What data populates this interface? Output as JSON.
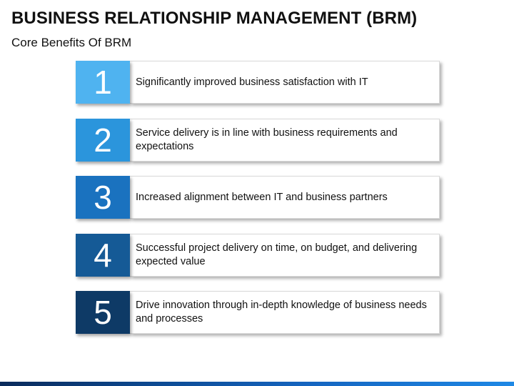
{
  "header": {
    "title": "BUSINESS RELATIONSHIP MANAGEMENT (BRM)",
    "subtitle": "Core Benefits Of BRM"
  },
  "items": [
    {
      "number": "1",
      "text": "Significantly improved business satisfaction with IT",
      "color": "#4fb3f0"
    },
    {
      "number": "2",
      "text": "Service delivery is in line with business requirements and expectations",
      "color": "#2b95dc"
    },
    {
      "number": "3",
      "text": "Increased alignment between IT and business partners",
      "color": "#1a72bf"
    },
    {
      "number": "4",
      "text": "Successful project delivery on time, on budget, and delivering expected value",
      "color": "#155a96"
    },
    {
      "number": "5",
      "text": "Drive innovation through in-depth knowledge of business needs and processes",
      "color": "#0e3a66"
    }
  ],
  "colors": {
    "bottom_bar_dark": "#0a2a5a",
    "bottom_bar_light": "#1e88e5"
  }
}
